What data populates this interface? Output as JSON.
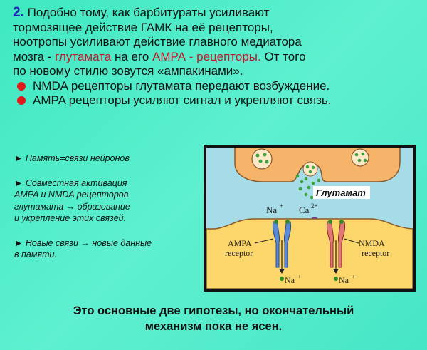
{
  "intro": {
    "number": "2.",
    "line1": "Подобно тому, как барбитураты усиливают",
    "line2": "тормозящее действие ГАМК на её рецепторы,",
    "line3": "ноотропы усиливают действие главного медиатора",
    "line4_a": "мозга - ",
    "line4_glutamate": "глутамата",
    "line4_b": " на его ",
    "line4_ampa": "АМРА - рецепторы.",
    "line4_c": " От того",
    "line5": "по новому стилю зовутся «ампакинами»."
  },
  "bullets": [
    "NMDA рецепторы глутамата передают возбуждение.",
    "AMPA рецепторы усиляют сигнал и укрепляют связь."
  ],
  "notes": {
    "arrow": "►",
    "n1": "Память=связи нейронов",
    "n2_l1": "Совместная активация",
    "n2_l2": "AMPA и NMDA рецепторов",
    "n2_l3": "глутамата → образование",
    "n2_l4": "и укрепление этих связей.",
    "n3_l1": "Новые связи → новые данные",
    "n3_l2": "в памяти."
  },
  "diagram": {
    "glutamate_label": "Глутамат",
    "na": "Na",
    "ca": "Ca",
    "plus": "+",
    "two_plus": "2+",
    "ampa_l1": "AMPA",
    "ampa_l2": "receptor",
    "nmda_l1": "NMDA",
    "nmda_l2": "receptor"
  },
  "conclusion": {
    "line1": "Это основные две гипотезы, но окончательный",
    "line2": "механизм пока не ясен."
  }
}
